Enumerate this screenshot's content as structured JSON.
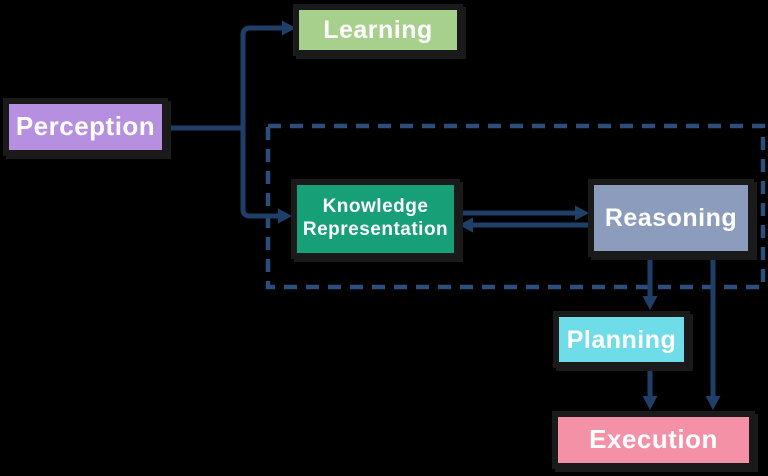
{
  "diagram": {
    "type": "flowchart",
    "background": "#000000",
    "colors": {
      "connector": "#1f3f69",
      "dashed_border": "#2d4d7c",
      "node_border": "#1a1a1a",
      "label_text": "#ffffff"
    },
    "nodes": {
      "perception": {
        "label": "Perception",
        "color": "#b78fe0"
      },
      "learning": {
        "label": "Learning",
        "color": "#a8d08d"
      },
      "knowledge_representation": {
        "label": "Knowledge Representation",
        "line1": "Knowledge",
        "line2": "Representation",
        "color": "#17a078"
      },
      "reasoning": {
        "label": "Reasoning",
        "color": "#8b9cbc"
      },
      "planning": {
        "label": "Planning",
        "color": "#6edde9"
      },
      "execution": {
        "label": "Execution",
        "color": "#f591a7"
      }
    },
    "edges": [
      {
        "from": "perception",
        "to": "learning",
        "style": "solid",
        "arrow": "forward"
      },
      {
        "from": "perception",
        "to": "knowledge_representation",
        "style": "solid",
        "arrow": "forward"
      },
      {
        "from": "knowledge_representation",
        "to": "reasoning",
        "style": "solid",
        "arrow": "forward"
      },
      {
        "from": "reasoning",
        "to": "knowledge_representation",
        "style": "solid",
        "arrow": "forward"
      },
      {
        "from": "reasoning",
        "to": "planning",
        "style": "solid",
        "arrow": "forward"
      },
      {
        "from": "planning",
        "to": "execution",
        "style": "solid",
        "arrow": "forward"
      },
      {
        "from": "reasoning",
        "to": "execution",
        "style": "solid",
        "arrow": "forward"
      }
    ],
    "groups": [
      {
        "name": "dashed-boundary",
        "contains": [
          "knowledge_representation",
          "reasoning"
        ],
        "style": "dashed"
      }
    ]
  }
}
